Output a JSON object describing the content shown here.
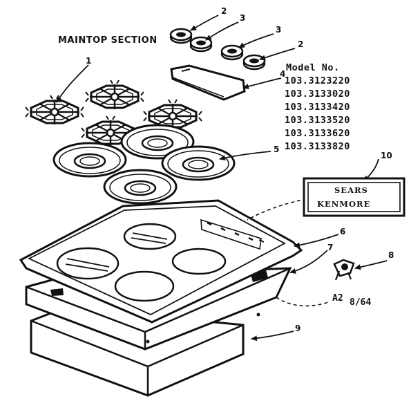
{
  "section_title": "MAINTOP SECTION",
  "model_heading": "Model No.",
  "model_numbers": [
    "103.3123220",
    "103.3133020",
    "103.3133420",
    "103.3133520",
    "103.3133620",
    "103.3133820"
  ],
  "callouts": [
    "1",
    "2",
    "3",
    "3",
    "2",
    "4",
    "5",
    "6",
    "7",
    "8",
    "9",
    "10"
  ],
  "badge": {
    "line1": "SEARS",
    "line2": "KENMORE"
  },
  "reference": {
    "prefix": "A2",
    "code": "8/64"
  }
}
